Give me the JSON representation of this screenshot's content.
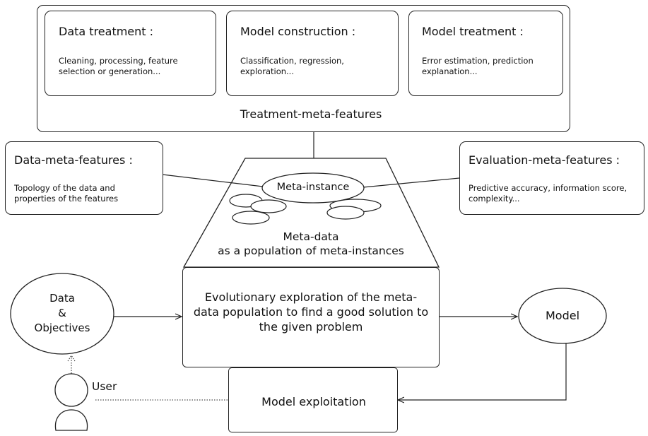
{
  "treatment": {
    "data_treatment": {
      "title": "Data treatment :",
      "desc": "Cleaning, processing, feature selection or generation..."
    },
    "model_construction": {
      "title": "Model construction :",
      "desc": "Classification, regression, exploration..."
    },
    "model_treatment": {
      "title": "Model treatment :",
      "desc": "Error estimation, prediction explanation..."
    },
    "label": "Treatment-meta-features"
  },
  "data_meta": {
    "title": "Data-meta-features :",
    "desc": "Topology of the data and properties of the features"
  },
  "eval_meta": {
    "title": "Evaluation-meta-features :",
    "desc": "Predictive accuracy, information score, complexity..."
  },
  "meta_instance": "Meta-instance",
  "meta_data": {
    "line1": "Meta-data",
    "line2": "as a population of meta-instances"
  },
  "evolution": "Evolutionary exploration of the meta-data population to find a good solution to the given problem",
  "data_objectives": {
    "line1": "Data",
    "line2": "&",
    "line3": "Objectives"
  },
  "model": "Model",
  "exploitation": "Model exploitation",
  "user": "User"
}
